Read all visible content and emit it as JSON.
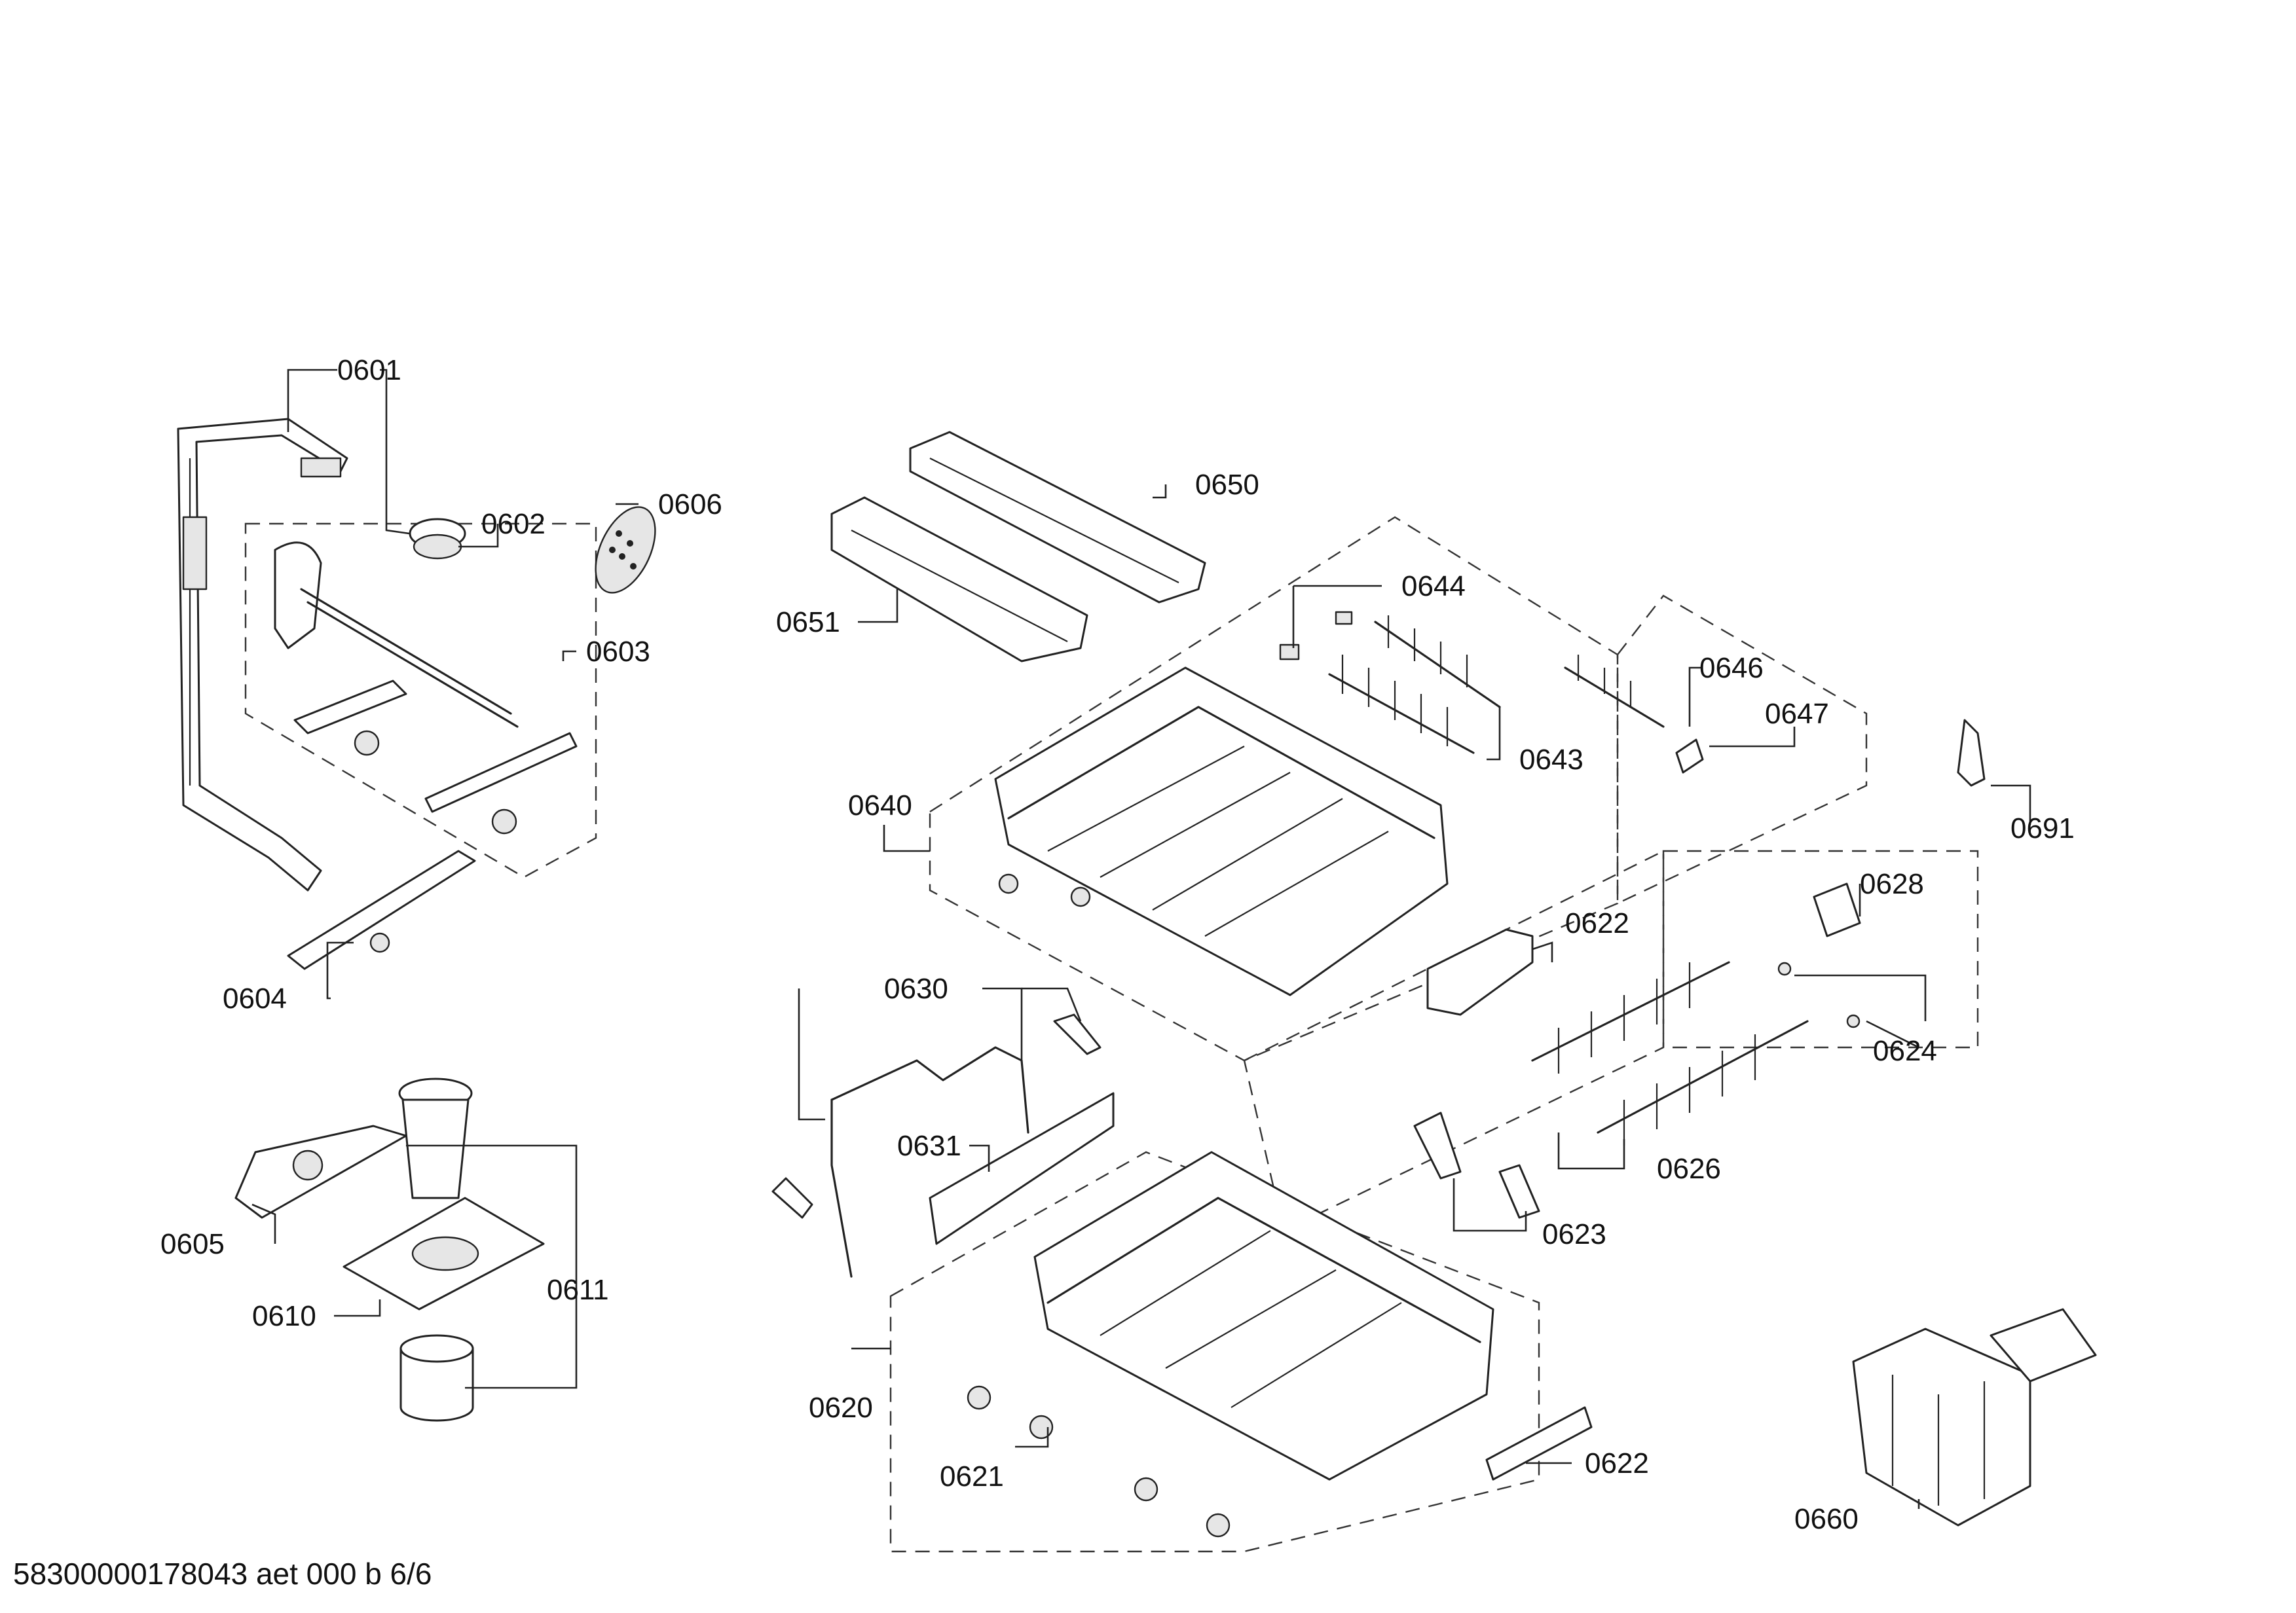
{
  "labels": {
    "p0601": "0601",
    "p0602": "0602",
    "p0603": "0603",
    "p0604": "0604",
    "p0605": "0605",
    "p0606": "0606",
    "p0610": "0610",
    "p0611": "0611",
    "p0620": "0620",
    "p0621": "0621",
    "p0622a": "0622",
    "p0622b": "0622",
    "p0623": "0623",
    "p0624": "0624",
    "p0626": "0626",
    "p0628": "0628",
    "p0630": "0630",
    "p0631": "0631",
    "p0640": "0640",
    "p0643": "0643",
    "p0644": "0644",
    "p0646": "0646",
    "p0647": "0647",
    "p0650": "0650",
    "p0651": "0651",
    "p0660": "0660",
    "p0691": "0691"
  },
  "footer": {
    "code": "58300000178043 aet 000 b 6/6"
  }
}
